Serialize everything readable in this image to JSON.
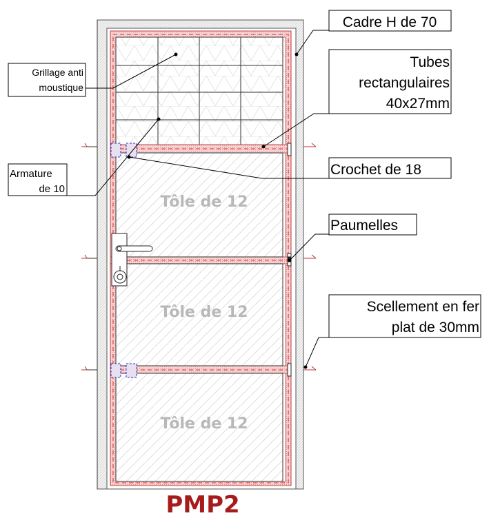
{
  "labels": {
    "frame": "Cadre H de 70",
    "tubes": [
      "Tubes",
      "rectangulaires",
      "40x27mm"
    ],
    "mesh": [
      "Grillage anti",
      "moustique"
    ],
    "armature": [
      "Armature",
      "de 10"
    ],
    "hook": "Crochet de 18",
    "hinges": "Paumelles",
    "anchor": [
      "Scellement en fer",
      "plat de 30mm"
    ]
  },
  "panels": [
    "Tôle de 12",
    "Tôle de 12",
    "Tôle de 12"
  ],
  "title": "PMP2",
  "colors": {
    "title": "#a61c1c",
    "dashed": "#e03030",
    "tube_fill": "#f3c9c9",
    "blue_marks": "#2233cc",
    "panel_text": "#b8b8b8"
  }
}
